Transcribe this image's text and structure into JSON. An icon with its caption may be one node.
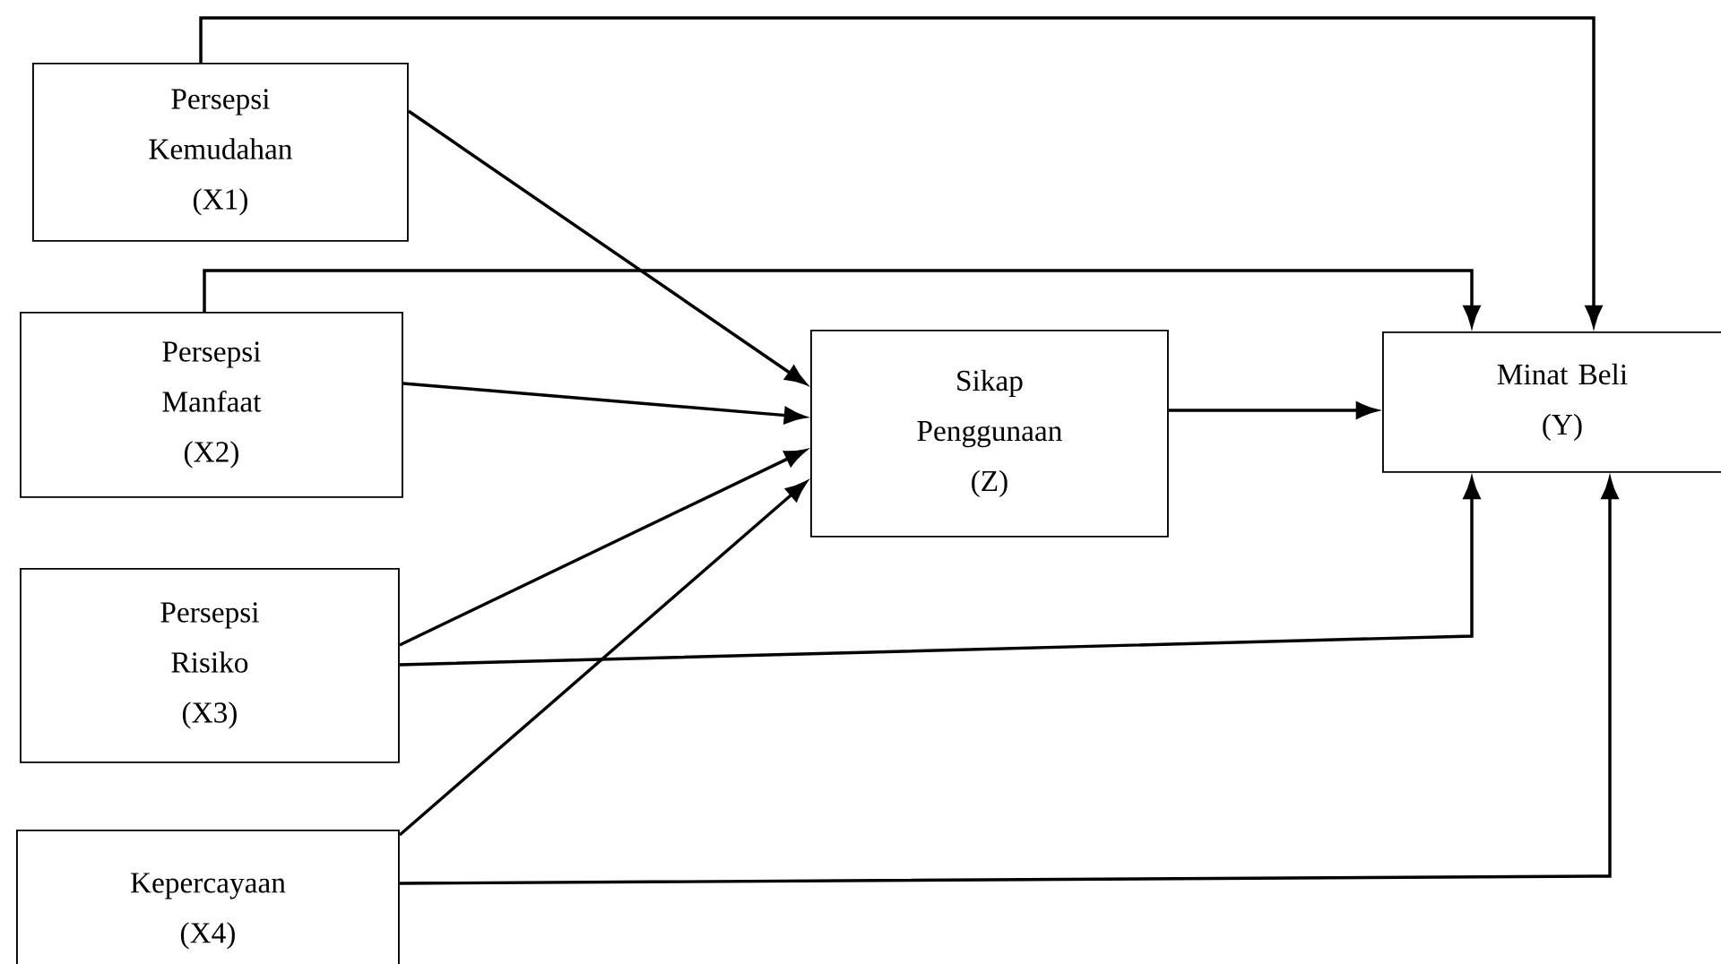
{
  "diagram": {
    "nodes": [
      {
        "text": [
          "Persepsi Kemudahan",
          "(X1)"
        ]
      },
      {
        "text": [
          "Persepsi Manfaat",
          "(X2)"
        ]
      },
      {
        "text": [
          "Persepsi Risiko",
          "(X3)"
        ]
      },
      {
        "text": [
          "Kepercayaan",
          "(X4)"
        ]
      },
      {
        "text": [
          "Sikap Penggunaan",
          "(Z)"
        ]
      },
      {
        "text": [
          "Minat Beli",
          "(Y)"
        ]
      }
    ],
    "edges": [
      {
        "from": 0,
        "to": 4,
        "arrow": "to"
      },
      {
        "from": 1,
        "to": 4,
        "arrow": "to"
      },
      {
        "from": 2,
        "to": 4,
        "arrow": "to"
      },
      {
        "from": 3,
        "to": 4,
        "arrow": "to"
      },
      {
        "from": 4,
        "to": 5,
        "arrow": "to"
      },
      {
        "from": 0,
        "to": 5,
        "arrow": "to"
      },
      {
        "from": 1,
        "to": 5,
        "arrow": "to"
      },
      {
        "from": 2,
        "to": 5,
        "arrow": "to"
      },
      {
        "from": 3,
        "to": 5,
        "arrow": "to"
      }
    ]
  }
}
